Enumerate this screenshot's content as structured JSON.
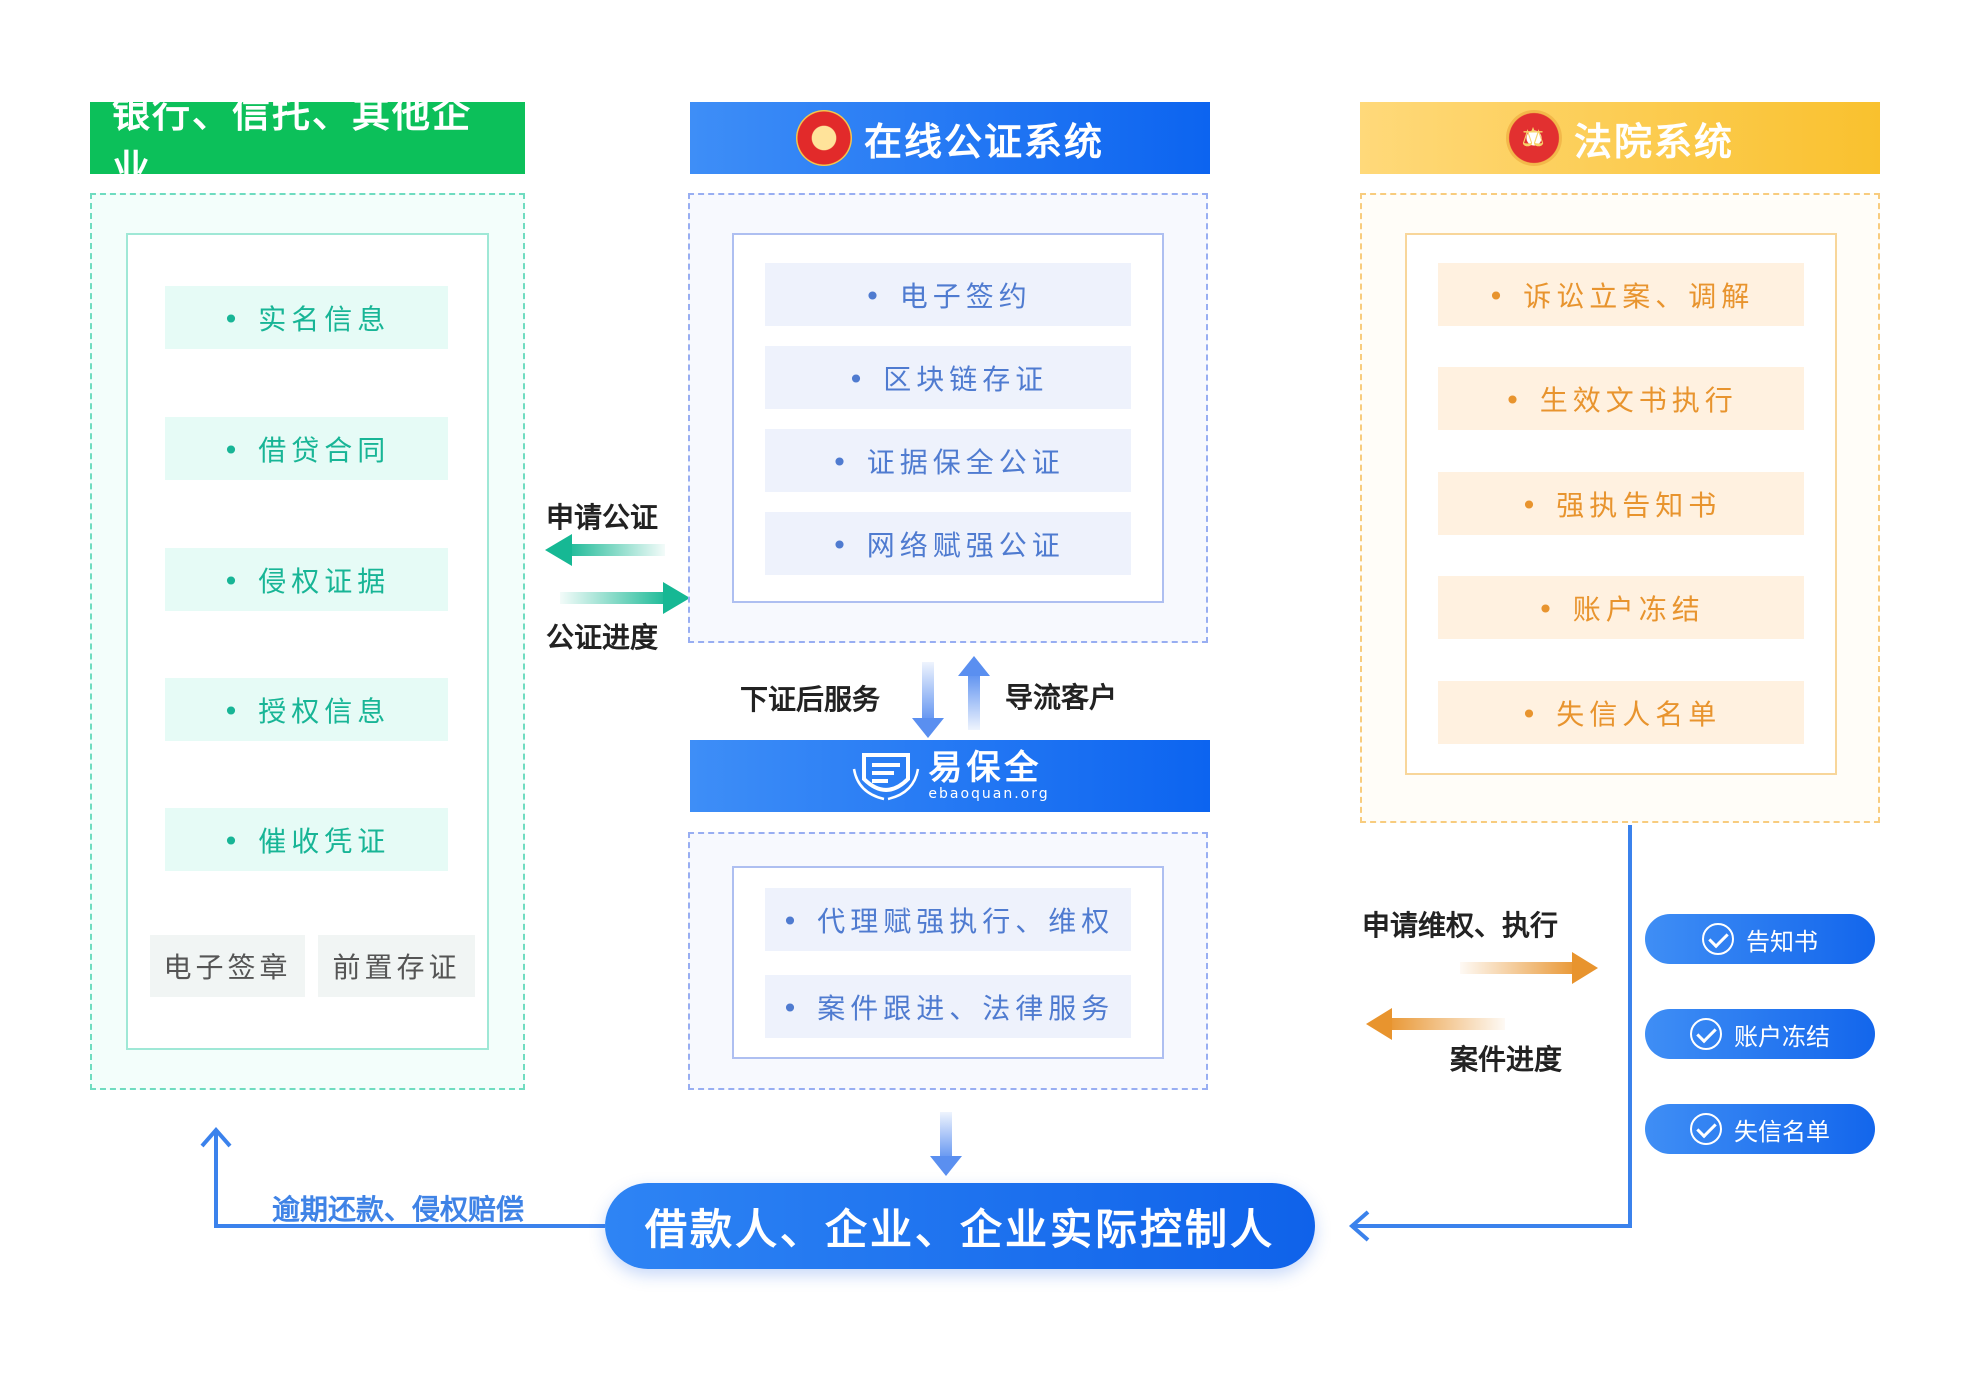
{
  "left_panel": {
    "title": "银行、信托、其他企业..",
    "items": [
      "• 实名信息",
      "• 借贷合同",
      "• 侵权证据",
      "• 授权信息",
      "• 催收凭证"
    ],
    "bottom_items": [
      "电子签章",
      "前置存证"
    ]
  },
  "notary_panel": {
    "title": "在线公证系统",
    "items": [
      "• 电子签约",
      "• 区块链存证",
      "• 证据保全公证",
      "• 网络赋强公证"
    ]
  },
  "ebaoquan_panel": {
    "brand_cn": "易保全",
    "brand_en": "ebaoquan.org",
    "items": [
      "• 代理赋强执行、维权",
      "• 案件跟进、法律服务"
    ]
  },
  "court_panel": {
    "title": "法院系统",
    "items": [
      "• 诉讼立案、调解",
      "• 生效文书执行",
      "• 强执告知书",
      "• 账户冻结",
      "• 失信人名单"
    ]
  },
  "flows": {
    "apply_notary": "申请公证",
    "notary_progress": "公证进度",
    "post_service": "下证后服务",
    "divert_customer": "导流客户",
    "apply_enforce": "申请维权、执行",
    "case_progress": "案件进度",
    "overdue": "逾期还款、侵权赔偿"
  },
  "court_actions": [
    "告知书",
    "账户冻结",
    "失信名单"
  ],
  "target": "借款人、企业、企业实际控制人",
  "colors": {
    "green": "#0cc05a",
    "blue": "#1366ec",
    "yellow": "#f9c12e",
    "orange_arrow": "#e8942e",
    "teal_arrow": "#1bbf9a"
  }
}
